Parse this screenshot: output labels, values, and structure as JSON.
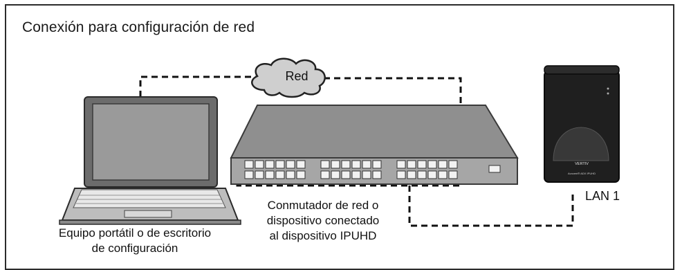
{
  "title": "Conexión para configuración de red",
  "cloud": {
    "label": "Red"
  },
  "laptop": {
    "label_line1": "Equipo portátil o de escritorio",
    "label_line2": "de configuración"
  },
  "switch": {
    "label_line1": "Conmutador de red o",
    "label_line2": "dispositivo conectado",
    "label_line3": "al dispositivo IPUHD"
  },
  "device": {
    "port_label": "LAN 1",
    "brand": "VERTIV",
    "model": "Avocent® ADX IPUHD"
  }
}
